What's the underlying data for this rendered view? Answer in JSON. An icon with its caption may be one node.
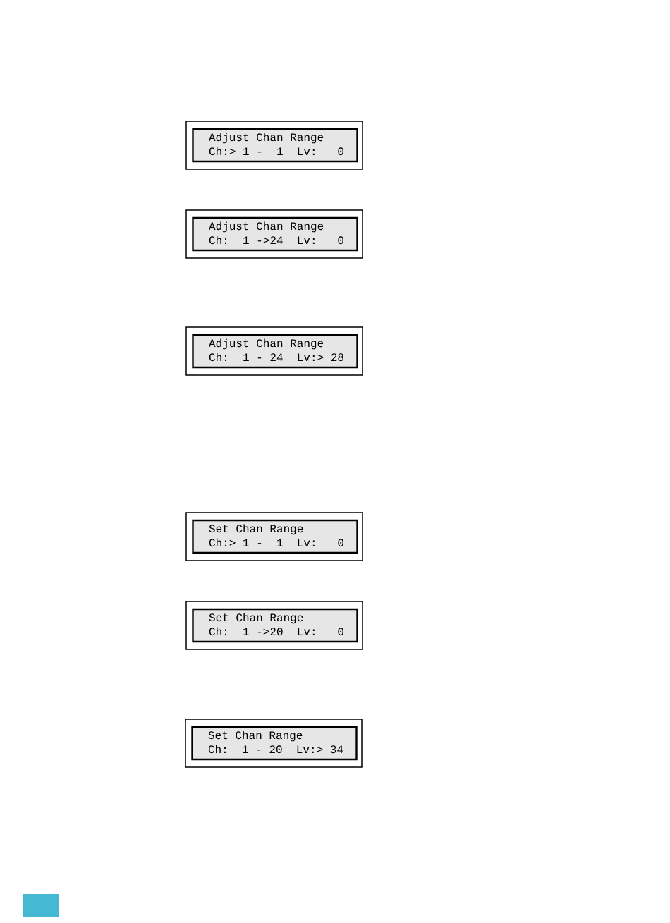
{
  "diagram": {
    "nodes": [
      {
        "text": [
          "Adjust Chan Range",
          "Ch:> 1 -  1  Lv:   0"
        ]
      },
      {
        "text": [
          "Adjust Chan Range",
          "Ch:  1 ->24  Lv:   0"
        ]
      },
      {
        "text": [
          "Adjust Chan Range",
          "Ch:  1 - 24  Lv:> 28"
        ]
      },
      {
        "text": [
          "Set Chan Range",
          "Ch:> 1 -  1  Lv:   0"
        ]
      },
      {
        "text": [
          "Set Chan Range",
          "Ch:  1 ->20  Lv:   0"
        ]
      },
      {
        "text": [
          "Set Chan Range",
          "Ch:  1 - 20  Lv:> 34"
        ]
      }
    ]
  }
}
